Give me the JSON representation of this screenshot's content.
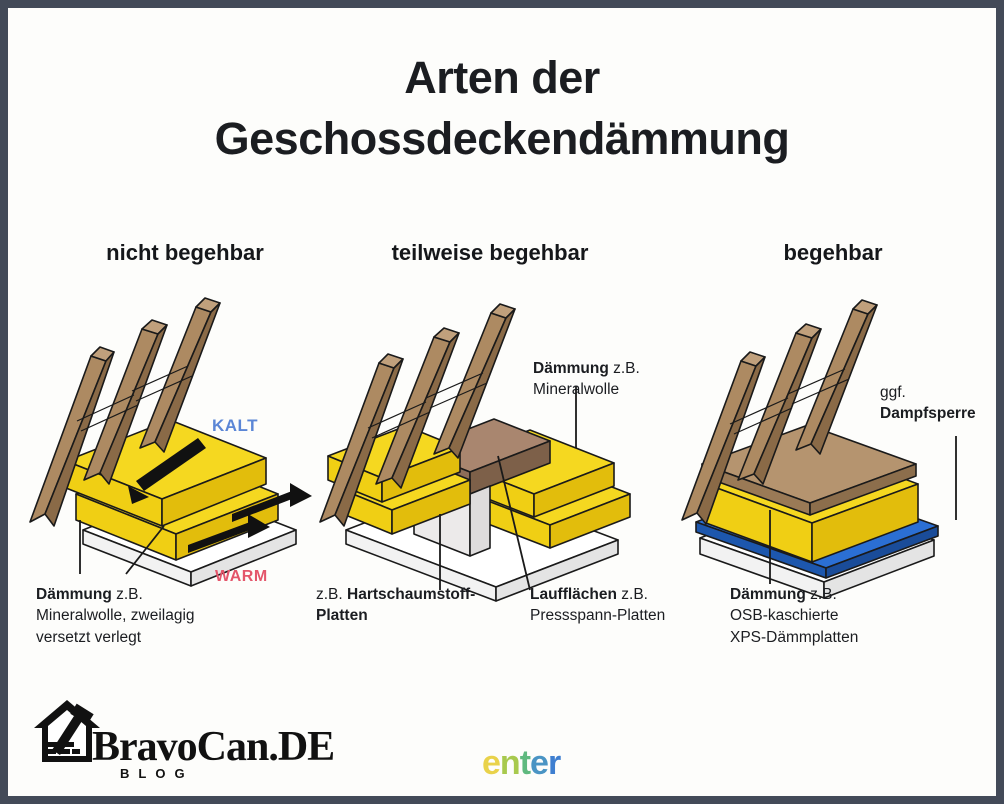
{
  "frame": {
    "border_color": "#434a58",
    "background": "#fdfdfb"
  },
  "title": {
    "line1": "Arten der",
    "line2": "Geschossdeckendämmung"
  },
  "columns": [
    {
      "id": "nicht-begehbar",
      "header": "nicht begehbar"
    },
    {
      "id": "teilweise-begehbar",
      "header": "teilweise begehbar"
    },
    {
      "id": "begehbar",
      "header": "begehbar"
    }
  ],
  "left": {
    "kalt": "KALT",
    "warm": "WARM",
    "caption_strong": "Dämmung",
    "caption_rest": " z.B.",
    "caption_line2": "Mineralwolle, zweilagig",
    "caption_line3": "versetzt verlegt"
  },
  "middle": {
    "top_strong": "Dämmung",
    "top_rest": " z.B.",
    "top_line2": "Mineralwolle",
    "left_prefix": "z.B. ",
    "left_strong": "Hartschaumstoff-",
    "left_line2": "Platten",
    "right_strong": "Laufflächen",
    "right_rest": " z.B.",
    "right_line2": "Pressspann-Platten"
  },
  "right": {
    "vapor_line1": "ggf.",
    "vapor_strong": "Dampfsperre",
    "caption_strong": "Dämmung",
    "caption_rest": " z.B.",
    "caption_line2": "OSB-kaschierte",
    "caption_line3": "XPS-Dämmplatten"
  },
  "footer": {
    "brand": "BravoCan.DE",
    "blog": "BLOG",
    "enter": {
      "e1": "e",
      "n": "n",
      "t": "t",
      "e2": "e",
      "r": "r"
    }
  },
  "colors": {
    "insulation_top": "#f5d820",
    "insulation_side": "#e8c20d",
    "insulation_front": "#f0cf14",
    "rafter": "#ad8a62",
    "rafter_dark": "#8a6a47",
    "rafter_light": "#c0a07c",
    "osb_top": "#b5946f",
    "walkway": "#a9866059",
    "vapor_blue": "#2b6fd4",
    "slab_white": "#ffffff",
    "foam_grey": "#e8e8e8",
    "outline": "#1a1a1a",
    "kalt": "#5b86d6",
    "warm": "#e4566b"
  }
}
